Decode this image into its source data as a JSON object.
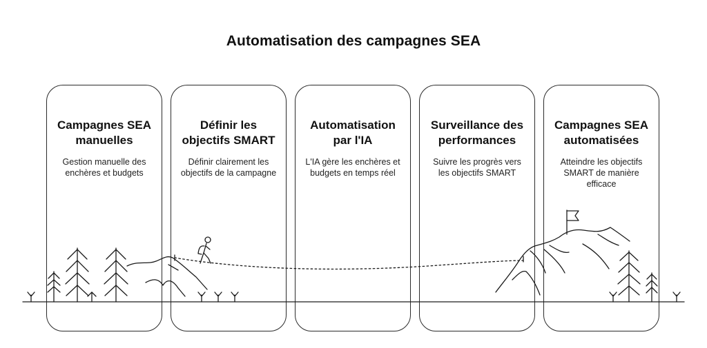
{
  "title": "Automatisation des campagnes SEA",
  "steps": [
    {
      "title": "Campagnes SEA manuelles",
      "description": "Gestion manuelle des enchères et budgets"
    },
    {
      "title": "Définir les objectifs SMART",
      "description": "Définir clairement les objectifs de la campagne"
    },
    {
      "title": "Automatisation par l'IA",
      "description": "L'IA gère les enchères et budgets en temps réel"
    },
    {
      "title": "Surveillance des performances",
      "description": "Suivre les progrès vers les objectifs SMART"
    },
    {
      "title": "Campagnes SEA automatisées",
      "description": "Atteindre les objectifs SMART de manière efficace"
    }
  ],
  "icons": {
    "hiker": "hiker-icon",
    "flag": "flag-icon",
    "tree": "tree-icon",
    "mountain": "mountain-icon"
  }
}
